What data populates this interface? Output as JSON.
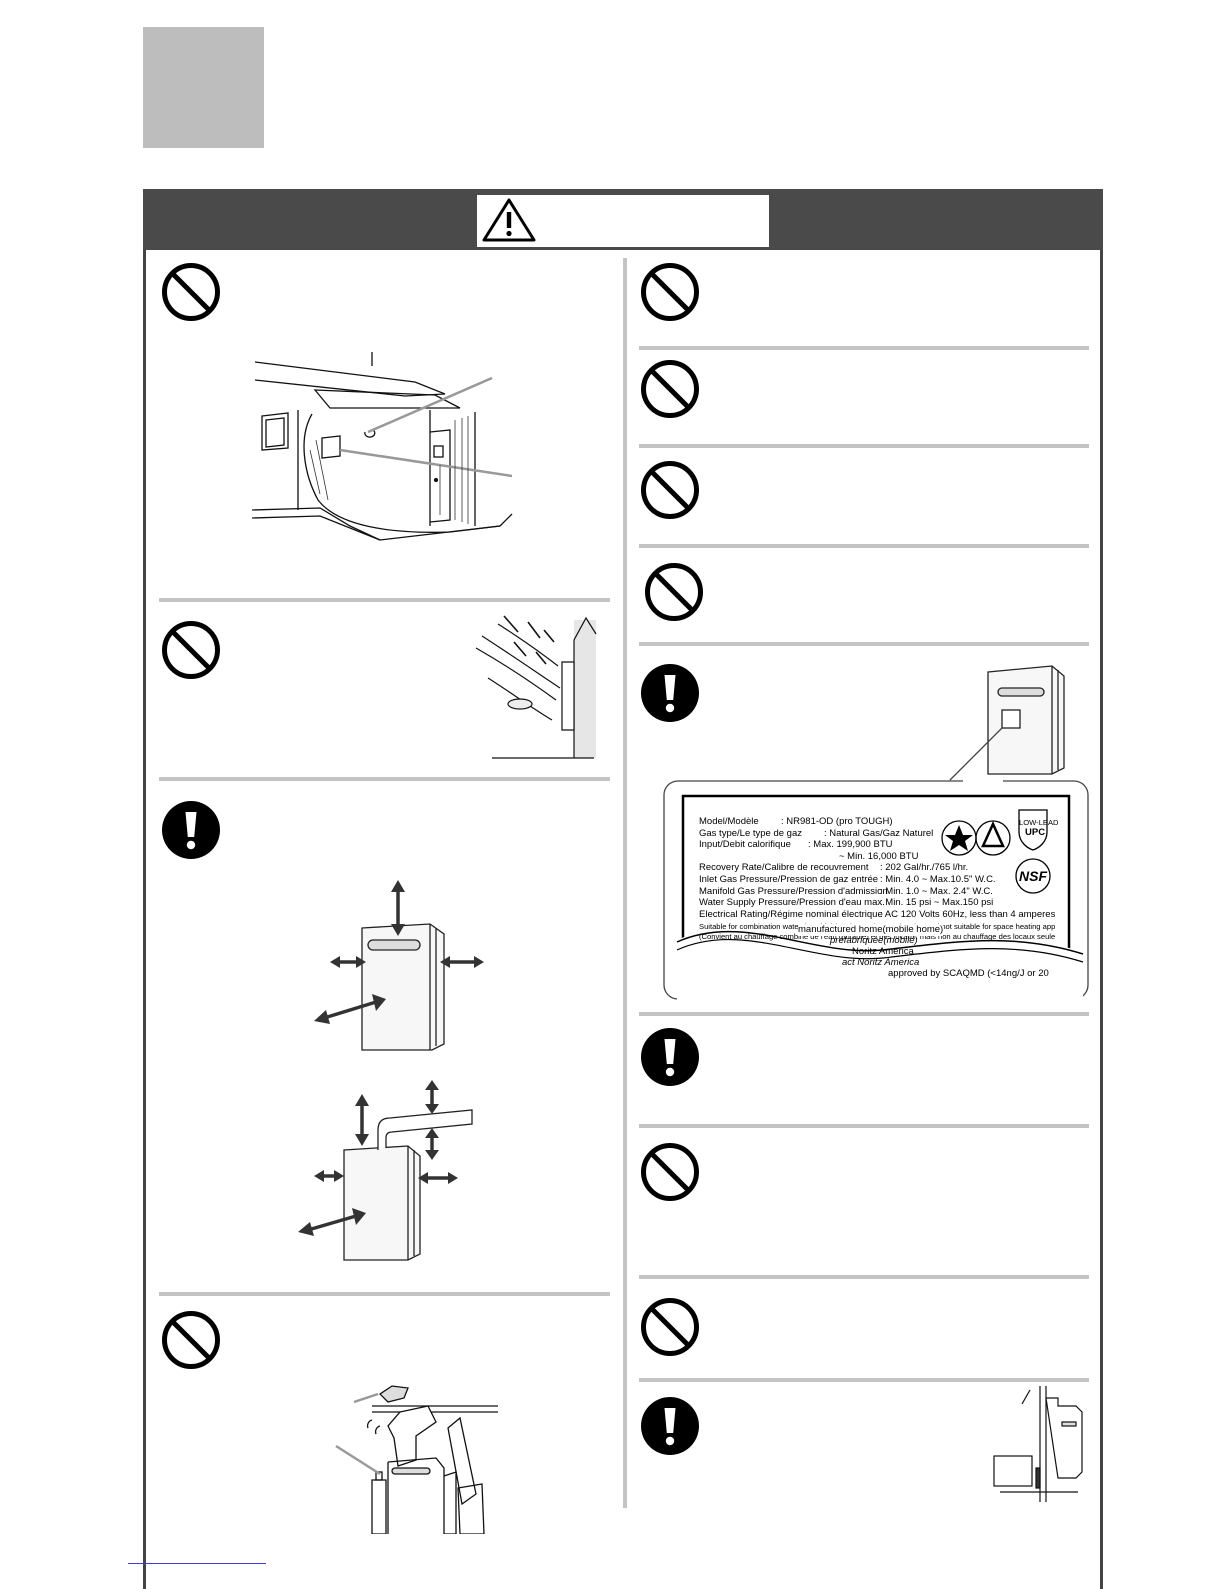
{
  "header": {
    "warning_icon": "warning-triangle-icon"
  },
  "icons": {
    "prohibited": "prohibited-circle-icon",
    "mandatory": "exclamation-icon"
  },
  "rating_label": {
    "lines": [
      {
        "label": "Model/Modèle",
        "value": ": NR981-OD (pro TOUGH)"
      },
      {
        "label": "Gas type/Le type de gaz",
        "value": ": Natural Gas/Gaz Naturel"
      },
      {
        "label": "Input/Debit calorifique",
        "value": ": Max. 199,900 BTU"
      },
      {
        "label": "",
        "value": "~ Min. 16,000 BTU"
      },
      {
        "label": "Recovery Rate/Calibre de recouvrement",
        "value": ": 202 Gal/hr./765 l/hr."
      },
      {
        "label": "Inlet Gas Pressure/Pression de gaz entrée",
        "value": ": Min.  4.0 ~ Max.10.5\" W.C."
      },
      {
        "label": "Manifold Gas Pressure/Pression d'admission",
        "value": ": Min.  1.0 ~ Max.  2.4\" W.C."
      },
      {
        "label": "Water Supply Pressure/Pression d'eau max.",
        "value": ": Min. 15 psi ~ Max.150 psi"
      },
      {
        "label": "Electrical Rating/Régime nominal électrique",
        "value": ": AC 120 Volts 60Hz, less than 4 amperes"
      }
    ],
    "note_line1": "Suitable for combination water (potable) heating and space heating and not suitable for space heating applications only",
    "note_line2": "(Convient au chauffage combiné de l'eau (potable) et des locaux, mais non au chauffage des locaux seulement",
    "fragments": [
      "manufactured home(mobile home)",
      "préfabriquée(mobile)",
      "Noritz America",
      "act Noritz America",
      "approved by SCAQMD  (<14ng/J or 20"
    ],
    "badges": [
      "LOW-LEAD",
      "UPC",
      "NSF"
    ]
  }
}
